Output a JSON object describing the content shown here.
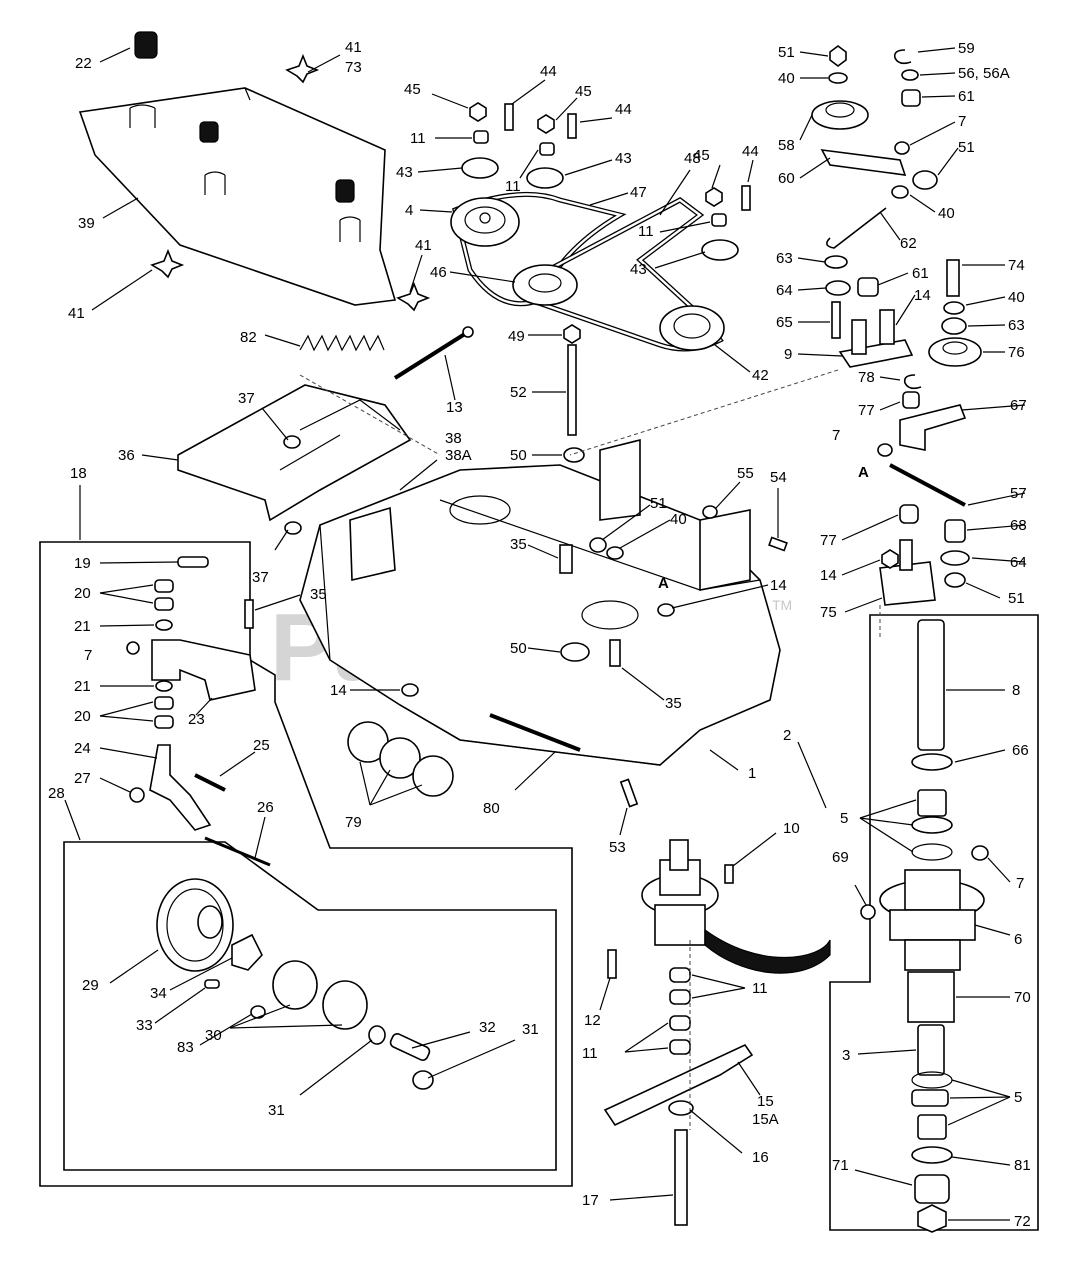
{
  "watermark": {
    "text": "PartsTree",
    "tm": "TM"
  },
  "section_marks": {
    "a1": "A",
    "a2": "A"
  },
  "labels": {
    "l22": "22",
    "l41a": "41",
    "l73": "73",
    "l39": "39",
    "l41b": "41",
    "l41c": "41",
    "l82": "82",
    "l13": "13",
    "l37a": "37",
    "l36": "36",
    "l37b": "37",
    "l38": "38",
    "l38a": "38A",
    "l45a": "45",
    "l44a": "44",
    "l45b": "45",
    "l44b": "44",
    "l11a": "11",
    "l43a": "43",
    "l11b": "11",
    "l43b": "43",
    "l48": "48",
    "l45c": "45",
    "l44c": "44",
    "l4": "4",
    "l47": "47",
    "l11c": "11",
    "l43c": "43",
    "l46": "46",
    "l49": "49",
    "l42": "42",
    "l52": "52",
    "l50a": "50",
    "l51a": "51",
    "l40a": "40",
    "l58": "58",
    "l59": "59",
    "l5656a": "56, 56A",
    "l61a": "61",
    "l7a": "7",
    "l51b": "51",
    "l60": "60",
    "l40b": "40",
    "l62": "62",
    "l63a": "63",
    "l61b": "61",
    "l74": "74",
    "l64a": "64",
    "l14a": "14",
    "l40c": "40",
    "l65": "65",
    "l63b": "63",
    "l9": "9",
    "l76": "76",
    "l78": "78",
    "l77a": "77",
    "l67": "67",
    "l7b": "7",
    "l57": "57",
    "l77b": "77",
    "l68": "68",
    "l64b": "64",
    "l14b": "14",
    "l51c": "51",
    "l75": "75",
    "l55": "55",
    "l54": "54",
    "l51d": "51",
    "l40d": "40",
    "l35a": "35",
    "l14c": "14",
    "l50b": "50",
    "l35b": "35",
    "l35c": "35",
    "l14d": "14",
    "l79": "79",
    "l80": "80",
    "l1": "1",
    "l53": "53",
    "l18": "18",
    "l19": "19",
    "l20a": "20",
    "l21a": "21",
    "l7c": "7",
    "l21b": "21",
    "l20b": "20",
    "l23": "23",
    "l24": "24",
    "l25": "25",
    "l27": "27",
    "l26": "26",
    "l28": "28",
    "l29": "29",
    "l34": "34",
    "l33": "33",
    "l83": "83",
    "l30": "30",
    "l32": "32",
    "l31a": "31",
    "l31b": "31",
    "l10": "10",
    "l12": "12",
    "l11d": "11",
    "l11e": "11",
    "l15": "15",
    "l15a": "15A",
    "l16": "16",
    "l17": "17",
    "l2": "2",
    "l8": "8",
    "l66": "66",
    "l5a": "5",
    "l69": "69",
    "l7d": "7",
    "l6": "6",
    "l70": "70",
    "l3": "3",
    "l5b": "5",
    "l81": "81",
    "l71": "71",
    "l72": "72"
  }
}
